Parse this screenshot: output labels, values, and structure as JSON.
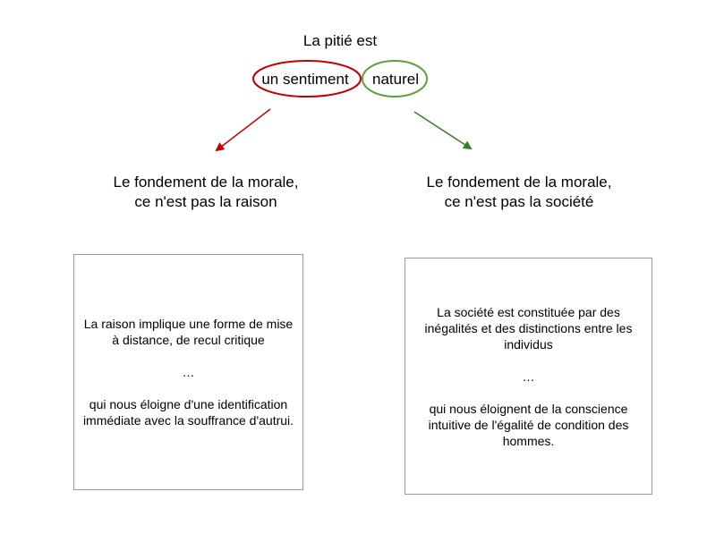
{
  "title": "La pitié est",
  "highlights": {
    "left_word": "un sentiment",
    "right_word": "naturel",
    "left_color": "#c00000",
    "right_color": "#5aa03c"
  },
  "arrows": {
    "left_color": "#c00000",
    "right_color": "#3f7a2a"
  },
  "left_branch": {
    "heading_line1": "Le fondement de la morale,",
    "heading_line2": "ce n'est pas la raison",
    "text_part1": "La raison implique une forme de mise à distance, de recul critique",
    "ellipsis": "…",
    "text_part2": "qui nous éloigne d'une identification immédiate avec la souffrance d'autrui."
  },
  "right_branch": {
    "heading_line1": "Le fondement de la morale,",
    "heading_line2": "ce n'est pas la société",
    "text_part1": "La société est constituée par des inégalités et des distinctions entre les individus",
    "ellipsis": "…",
    "text_part2": "qui nous éloignent de la conscience intuitive de l'égalité de condition des hommes."
  }
}
